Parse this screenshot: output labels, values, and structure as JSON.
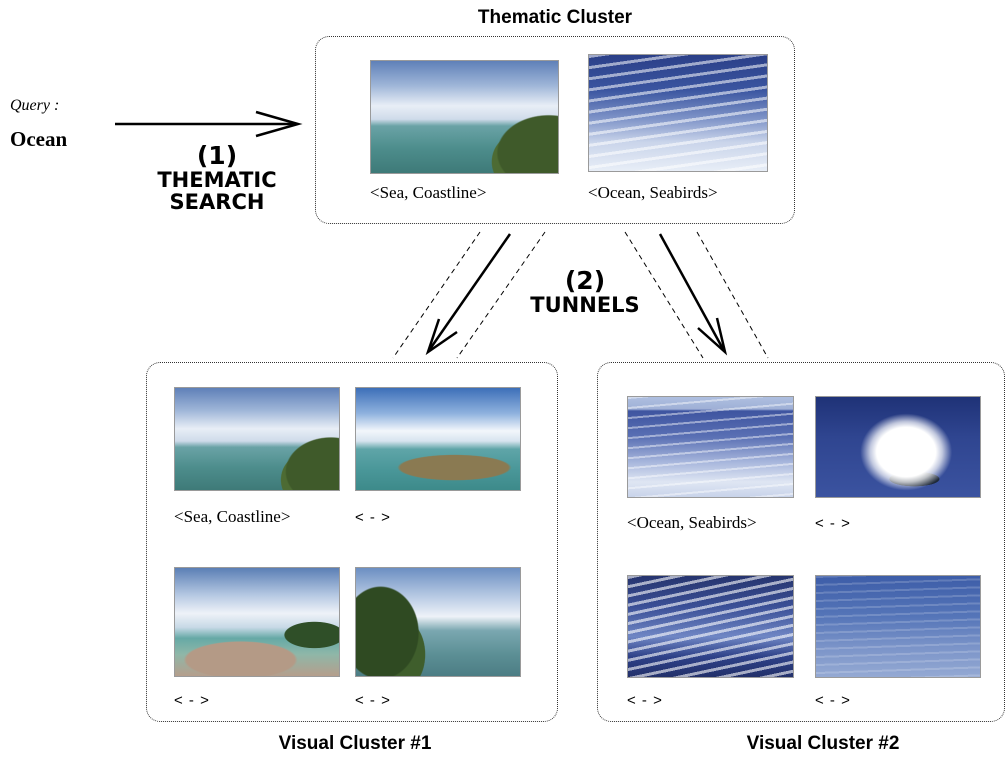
{
  "query": {
    "label": "Query :",
    "value": "Ocean"
  },
  "steps": {
    "thematic_search": {
      "number": "(1)",
      "line1": "THEMATIC",
      "line2": "SEARCH"
    },
    "tunnels": {
      "number": "(2)",
      "line1": "TUNNELS"
    }
  },
  "thematic_cluster": {
    "title": "Thematic Cluster",
    "images": [
      {
        "caption": "<Sea, Coastline>"
      },
      {
        "caption": "<Ocean, Seabirds>"
      }
    ]
  },
  "visual_cluster_1": {
    "title": "Visual Cluster #1",
    "images": [
      {
        "caption": "<Sea, Coastline>"
      },
      {
        "caption": "< - >"
      },
      {
        "caption": "< - >"
      },
      {
        "caption": "< - >"
      }
    ]
  },
  "visual_cluster_2": {
    "title": "Visual Cluster #2",
    "images": [
      {
        "caption": "<Ocean, Seabirds>"
      },
      {
        "caption": "< - >"
      },
      {
        "caption": "< - >"
      },
      {
        "caption": "< - >"
      }
    ]
  }
}
